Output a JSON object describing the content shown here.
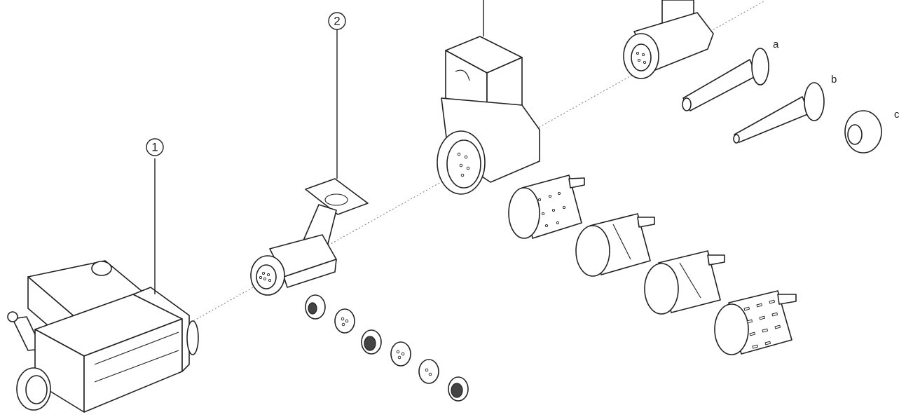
{
  "callouts": {
    "pasta_roller": "1",
    "food_grinder": "2"
  },
  "sausage_stuffer_labels": {
    "tube_a": "a",
    "tube_b": "b",
    "adapter_c": "c"
  },
  "colors": {
    "ink": "#222222",
    "guide_line": "#777777",
    "background": "#ffffff"
  }
}
